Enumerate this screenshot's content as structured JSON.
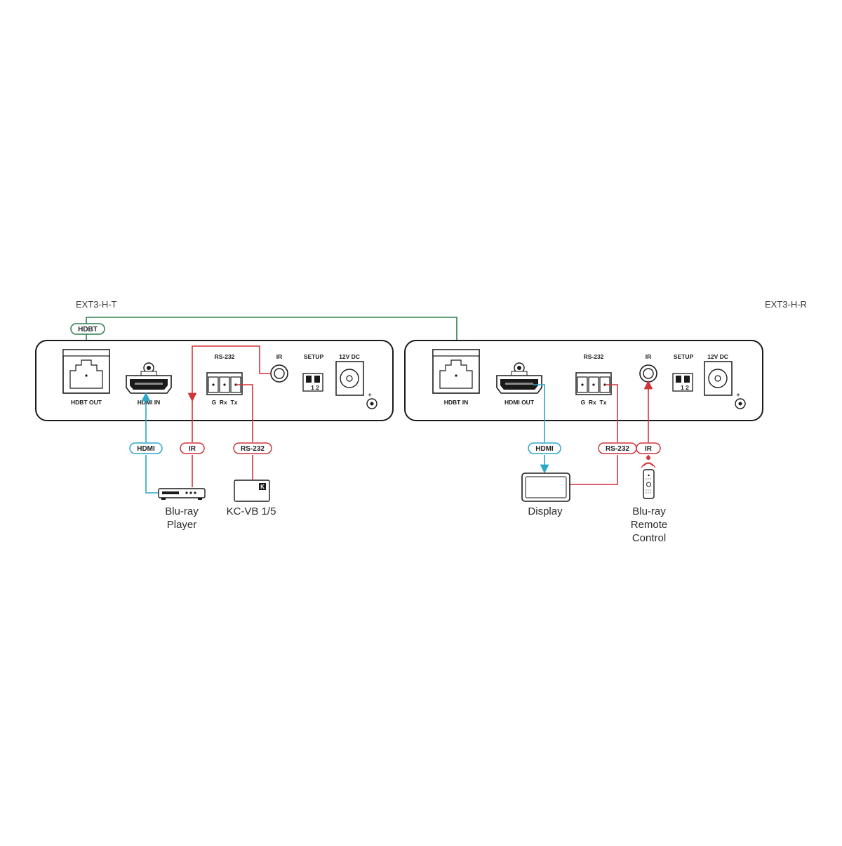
{
  "units": {
    "transmitter": {
      "title": "EXT3-H-T",
      "ports": {
        "hdbt": "HDBT OUT",
        "hdmi": "HDMI IN",
        "rs232": "RS-232",
        "rs232_pins": "G  Rx  Tx",
        "ir": "IR",
        "setup": "SETUP",
        "setup_switch": "1 2",
        "power": "12V DC",
        "plus": "+"
      }
    },
    "receiver": {
      "title": "EXT3-H-R",
      "ports": {
        "hdbt": "HDBT IN",
        "hdmi": "HDMI OUT",
        "rs232": "RS-232",
        "rs232_pins": "G  Rx  Tx",
        "ir": "IR",
        "setup": "SETUP",
        "setup_switch": "1 2",
        "power": "12V DC",
        "plus": "+"
      }
    }
  },
  "cable_tags": {
    "hdbt": "HDBT",
    "tx_hdmi": "HDMI",
    "tx_ir": "IR",
    "tx_rs232": "RS-232",
    "rx_hdmi": "HDMI",
    "rx_rs232": "RS-232",
    "rx_ir": "IR"
  },
  "devices": {
    "bluray_player": [
      "Blu-ray",
      "Player"
    ],
    "kc_vb": "KC-VB 1/5",
    "display": "Display",
    "remote": [
      "Blu-ray",
      "Remote",
      "Control"
    ]
  },
  "colors": {
    "hdbt": "#2e7d4f",
    "hdmi": "#2aa7c9",
    "control": "#d0343a",
    "outline": "#1a1a1a"
  }
}
